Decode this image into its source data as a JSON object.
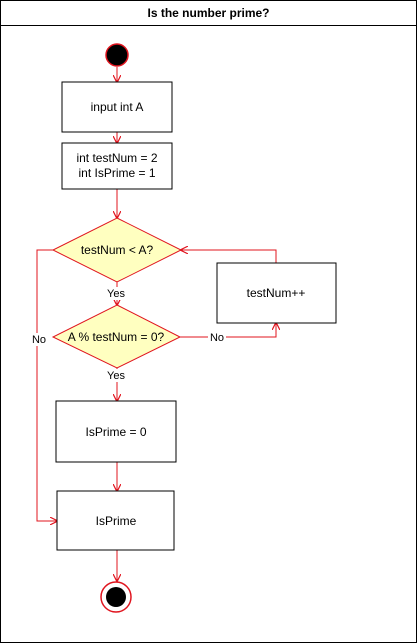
{
  "title": "Is the number prime?",
  "colors": {
    "edge": "#e0141e",
    "decision_fill": "#ffffc0",
    "decision_stroke": "#e0141e",
    "box_stroke": "#000000",
    "node_fill": "#ffffff",
    "terminal": "#000000"
  },
  "nodes": {
    "input": "input int A",
    "init_line1": "int testNum = 2",
    "init_line2": "int IsPrime = 1",
    "decision_loop": "testNum < A?",
    "decision_mod": "A % testNum = 0?",
    "increment": "testNum++",
    "set_not_prime": "IsPrime = 0",
    "output": "IsPrime"
  },
  "edge_labels": {
    "loop_yes": "Yes",
    "loop_no": "No",
    "mod_yes": "Yes",
    "mod_no": "No"
  }
}
